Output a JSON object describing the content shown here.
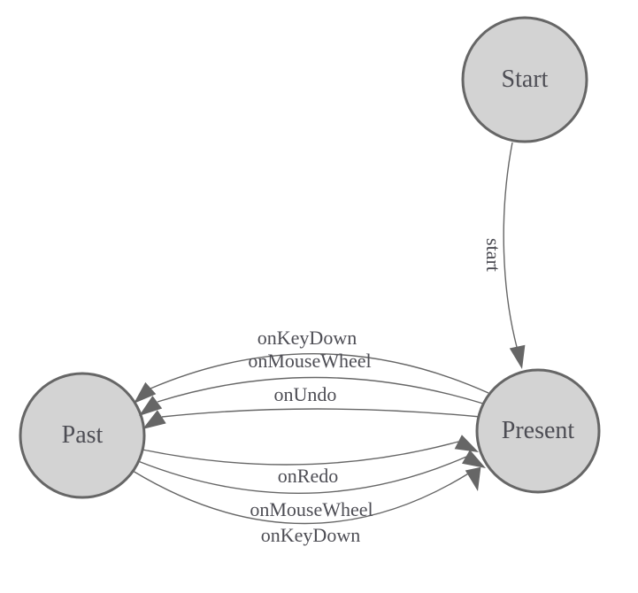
{
  "diagram_type": "finite-state-machine",
  "colors": {
    "background": "#ffffff",
    "node_fill": "#d3d3d3",
    "node_stroke": "#666666",
    "edge_stroke": "#666666",
    "arrow_fill": "#666666",
    "label_color": "#4d4d54"
  },
  "nodes": [
    {
      "id": "start",
      "label": "Start"
    },
    {
      "id": "past",
      "label": "Past"
    },
    {
      "id": "present",
      "label": "Present"
    }
  ],
  "transitions": [
    {
      "from": "Start",
      "to": "Present",
      "label": "start"
    },
    {
      "from": "Present",
      "to": "Past",
      "label": "onKeyDown"
    },
    {
      "from": "Present",
      "to": "Past",
      "label": "onMouseWheel"
    },
    {
      "from": "Present",
      "to": "Past",
      "label": "onUndo"
    },
    {
      "from": "Past",
      "to": "Present",
      "label": "onRedo"
    },
    {
      "from": "Past",
      "to": "Present",
      "label": "onMouseWheel"
    },
    {
      "from": "Past",
      "to": "Present",
      "label": "onKeyDown"
    }
  ]
}
